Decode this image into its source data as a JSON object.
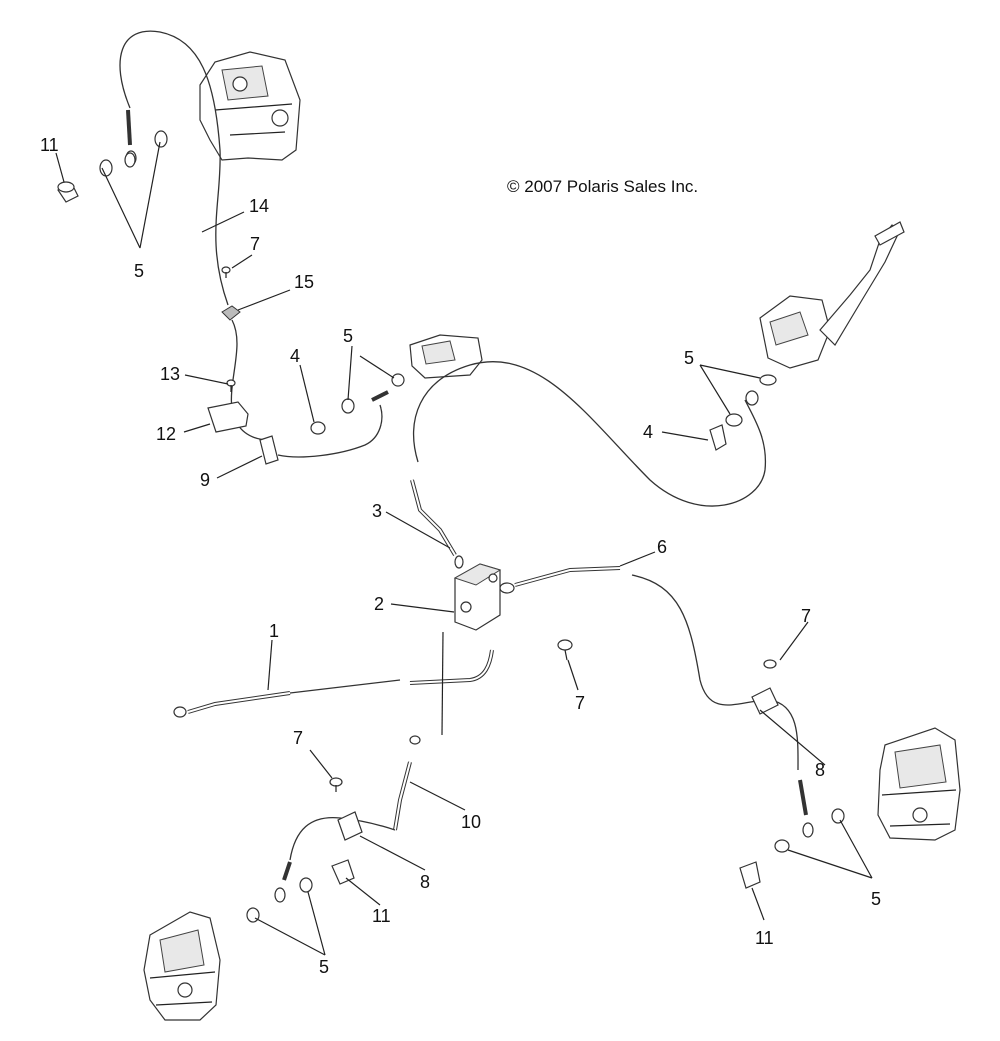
{
  "copyright": "© 2007 Polaris Sales Inc.",
  "callouts": {
    "c1": "1",
    "c2": "2",
    "c3": "3",
    "c4a": "4",
    "c4b": "4",
    "c5a": "5",
    "c5b": "5",
    "c5c": "5",
    "c5d": "5",
    "c5e": "5",
    "c6": "6",
    "c7a": "7",
    "c7b": "7",
    "c7c": "7",
    "c7d": "7",
    "c8a": "8",
    "c8b": "8",
    "c9": "9",
    "c10": "10",
    "c11a": "11",
    "c11b": "11",
    "c11c": "11",
    "c12": "12",
    "c13": "13",
    "c14": "14",
    "c15": "15"
  }
}
